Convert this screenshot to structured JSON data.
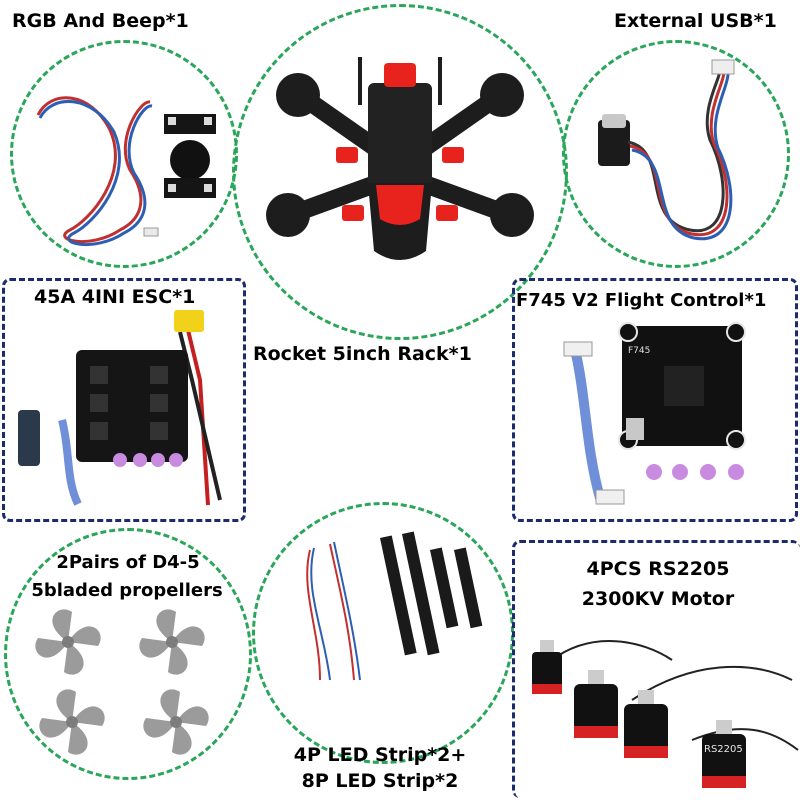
{
  "labels": {
    "rgb_beep": "RGB And Beep*1",
    "external_usb": "External USB*1",
    "esc": "45A 4INI ESC*1",
    "frame": "Rocket 5inch Rack*1",
    "flight_control": "F745 V2 Flight Control*1",
    "props_line1": "2Pairs of D4-5",
    "props_line2": "5bladed propellers",
    "led_line1": "4P LED Strip*2+",
    "led_line2": "8P LED Strip*2",
    "motor_line1": "4PCS RS2205",
    "motor_line2": "2300KV Motor"
  },
  "printed": {
    "fc_board": "F745",
    "motor_marking": "RS2205"
  },
  "colors": {
    "circle_border": "#2aa65a",
    "box_border": "#1c2a6e",
    "frame_red": "#e8231e",
    "carbon": "#1d1d1d"
  }
}
